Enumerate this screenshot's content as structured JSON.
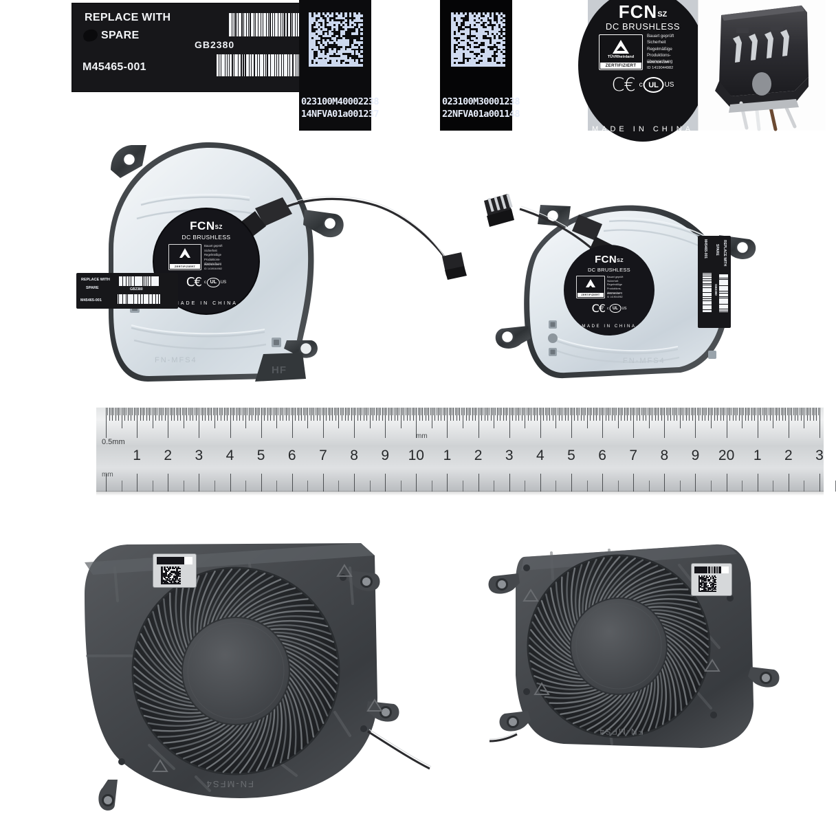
{
  "product": {
    "type": "laptop-cpu-gpu-cooling-fan-pair",
    "brand": "FCN",
    "brand_suffix": "SZ",
    "motor_type": "DC BRUSHLESS",
    "origin": "MADE IN CHINA"
  },
  "spare_label": {
    "line1": "REPLACE WITH",
    "line2": "SPARE",
    "part_number": "M45465-001",
    "barcode_code": "GB2380",
    "barcode_top_pattern": [
      3,
      1,
      1,
      2,
      3,
      1,
      2,
      1,
      1,
      3,
      1,
      2,
      2,
      1,
      3,
      1,
      1,
      2,
      1,
      3,
      2,
      1,
      1,
      2,
      3,
      1,
      2,
      1,
      3,
      1,
      1,
      2,
      2,
      3,
      1,
      1,
      2,
      1,
      3,
      2
    ],
    "barcode_bottom_pattern": [
      2,
      1,
      3,
      1,
      1,
      2,
      1,
      3,
      2,
      1,
      1,
      3,
      1,
      2,
      2,
      1,
      3,
      1,
      1,
      2,
      3,
      1,
      1,
      2,
      1,
      3,
      1,
      2,
      2,
      1,
      1,
      3,
      2,
      1,
      3,
      1,
      1,
      2,
      1,
      2
    ]
  },
  "datamatrix_labels": [
    {
      "name": "dm-label-left",
      "line1": "023100M40002238",
      "line2": "14NFVA01a001237"
    },
    {
      "name": "dm-label-right",
      "line1": "023100M30001238",
      "line2": "22NFVA01a001148"
    }
  ],
  "hub_label": {
    "brand": "FCN",
    "brand_sub": "SZ",
    "motor": "DC BRUSHLESS",
    "tuv_org": "TÜVRheinland",
    "tuv_status": "ZERTIFIZIERT",
    "tuv_text": "Bauart geprüft\nSicherheit\nRegelmäßige\nProduktions-\nüberwachung",
    "tuv_url": "www.tuv.com",
    "tuv_id": "ID 1419044982",
    "ce_mark": "CE",
    "ul_mark": "UL",
    "ul_prefix": "c",
    "ul_suffix": "US",
    "origin": "MADE IN CHINA"
  },
  "fans": [
    {
      "name": "fan-left-top",
      "side": "top-cover",
      "finish": "silver",
      "markings": [
        "HF"
      ],
      "has_cable": true,
      "connector_pins": 4
    },
    {
      "name": "fan-right-top",
      "side": "top-cover",
      "finish": "silver",
      "markings": [],
      "has_cable": true,
      "connector_pins": 4
    },
    {
      "name": "fan-left-bottom",
      "side": "blade-side",
      "finish": "black",
      "markings": [
        "FN-MFS4"
      ],
      "has_cable": true,
      "connector_pins": 4
    },
    {
      "name": "fan-right-bottom",
      "side": "blade-side",
      "finish": "black",
      "markings": [
        "FN-MFS4"
      ],
      "has_cable": true,
      "connector_pins": 4
    }
  ],
  "connector_photo": {
    "name": "connector-closeup",
    "pins": 4,
    "wires": 4
  },
  "ruler": {
    "unit_fine": "0.5mm",
    "unit_label": "mm",
    "cm_numbers": [
      "1",
      "2",
      "3",
      "4",
      "5",
      "6",
      "7",
      "8",
      "9",
      "10",
      "1",
      "2",
      "3",
      "4",
      "5",
      "6",
      "7",
      "8",
      "9",
      "20",
      "1",
      "2",
      "3"
    ],
    "range_cm": [
      0,
      23
    ],
    "major_every_cm": 1,
    "minor_per_cm": 10
  }
}
